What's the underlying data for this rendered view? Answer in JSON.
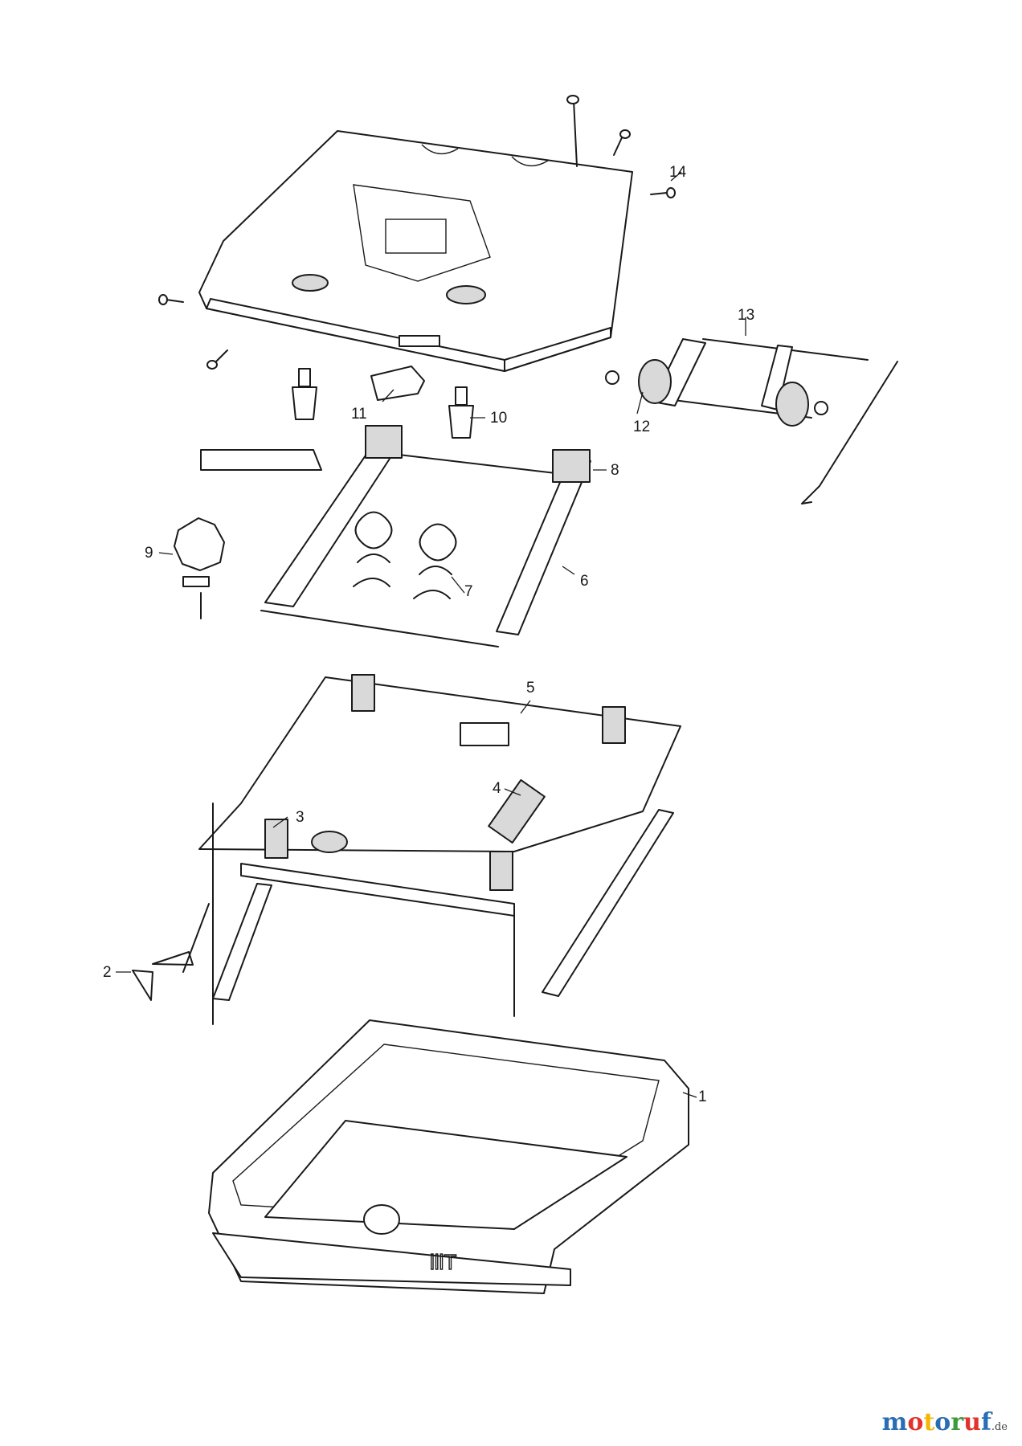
{
  "callouts": [
    {
      "id": "1",
      "label": "1"
    },
    {
      "id": "2",
      "label": "2"
    },
    {
      "id": "3",
      "label": "3"
    },
    {
      "id": "4",
      "label": "4"
    },
    {
      "id": "5",
      "label": "5"
    },
    {
      "id": "6",
      "label": "6"
    },
    {
      "id": "7",
      "label": "7"
    },
    {
      "id": "8",
      "label": "8"
    },
    {
      "id": "9",
      "label": "9"
    },
    {
      "id": "10",
      "label": "10"
    },
    {
      "id": "11",
      "label": "11"
    },
    {
      "id": "12",
      "label": "12"
    },
    {
      "id": "13",
      "label": "13"
    },
    {
      "id": "14",
      "label": "14"
    }
  ],
  "watermark": {
    "brand": "motoruf",
    "suffix": ".de",
    "colors": [
      "#2a6db5",
      "#e0332b",
      "#f2b705",
      "#2a6db5",
      "#3b9a3b",
      "#e0332b",
      "#2a6db5"
    ]
  }
}
